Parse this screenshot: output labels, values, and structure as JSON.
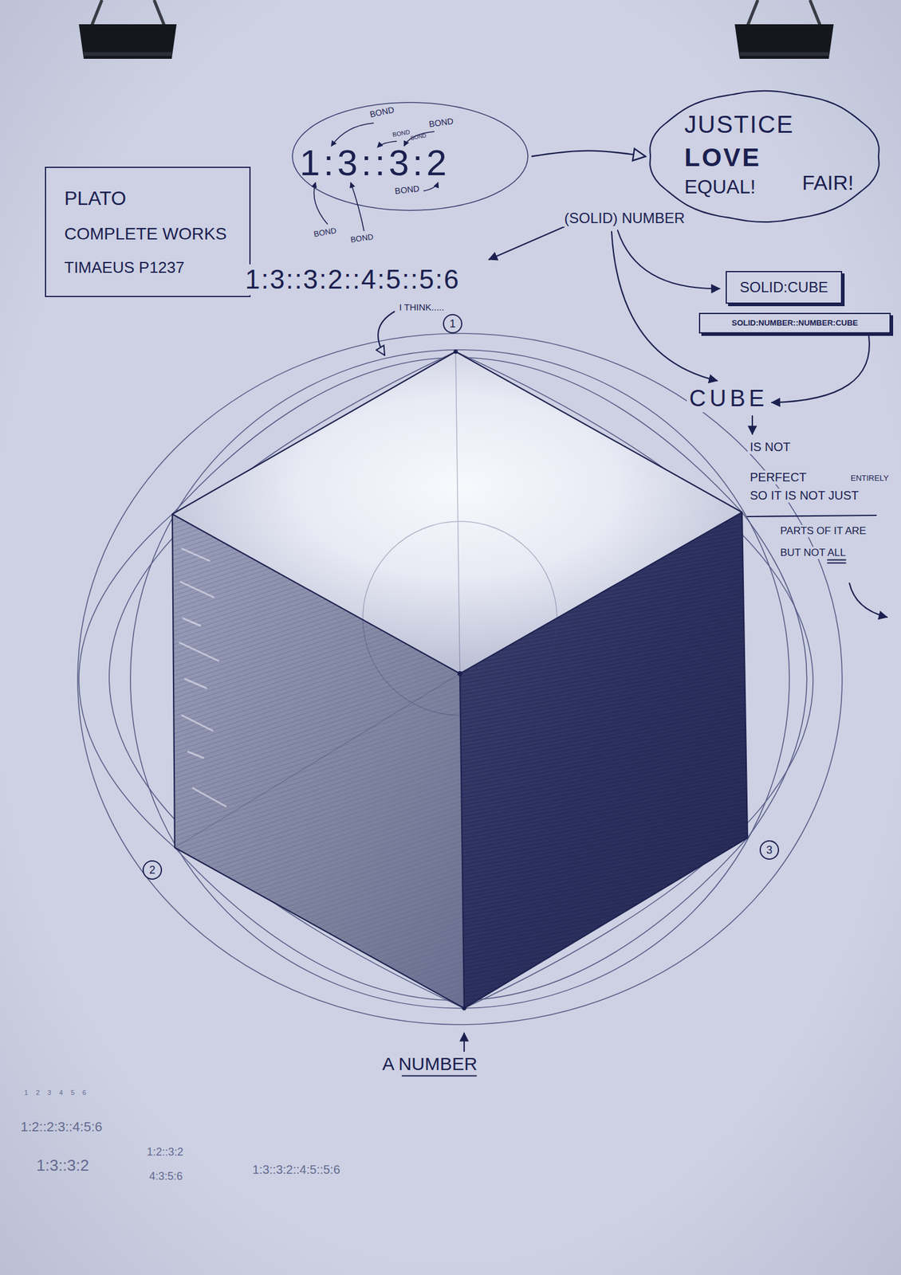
{
  "diagram": {
    "nodes": [
      {
        "text": [
          "PLATO",
          "COMPLETE WORKS",
          "TIMAEUS P1237"
        ]
      },
      {
        "text": [
          "1:3::3:2",
          "BOND",
          "BOND",
          "BOND",
          "BOND",
          "BOND",
          "BOND",
          "BOND"
        ]
      },
      {
        "text": [
          "JUSTICE",
          "LOVE",
          "EQUAL!",
          "FAIR!"
        ]
      },
      {
        "text": [
          "SOLID:CUBE"
        ]
      },
      {
        "text": [
          "SOLID:NUMBER::NUMBER:CUBE"
        ]
      },
      {
        "text": [
          "1"
        ]
      },
      {
        "text": [
          "2"
        ]
      },
      {
        "text": [
          "3"
        ]
      }
    ],
    "edges": [
      {
        "from": 1,
        "to": 2,
        "arrow": "to"
      }
    ],
    "labels": [
      "1:3::3:2::4:5::5:6",
      "(SOLID) NUMBER",
      "I THINK.....",
      "CUBE",
      "IS NOT",
      "PERFECT",
      "ENTIRELY",
      "SO IT IS NOT JUST",
      "PARTS OF IT ARE",
      "BUT NOT ALL",
      "A NUMBER",
      "1 2 3 4 5 6",
      "1:2::2:3::4:5:6",
      "1:3::3:2",
      "1:2::3:2",
      "4:3:5:6",
      "1:3::3:2::4:5::5:6"
    ]
  }
}
